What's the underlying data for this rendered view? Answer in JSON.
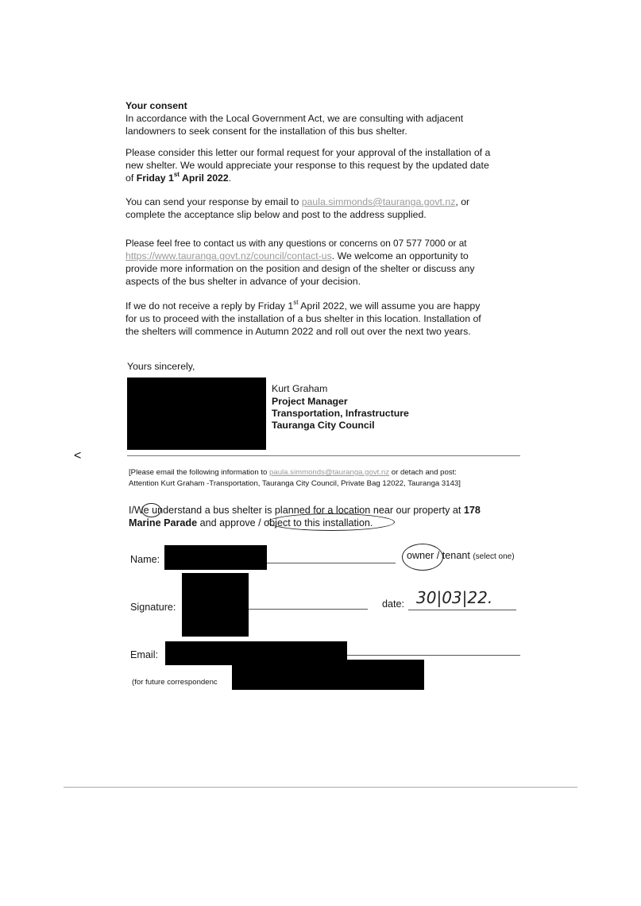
{
  "consent": {
    "heading": "Your consent",
    "p1_l1": "In accordance with the Local Government Act, we are consulting with adjacent",
    "p1_l2": "landowners to seek consent for the installation of this bus shelter.",
    "p2_l1": "Please consider this letter our formal request for your approval of the installation of a",
    "p2_l2": "new shelter. We would appreciate your response to this request by the updated date",
    "p2_l3_pre": "of ",
    "p2_date_a": "Friday 1",
    "p2_date_sup": "st",
    "p2_date_b": " April 2022",
    "p2_l3_post": ".",
    "p3_l1_pre": "You can send your response by email to ",
    "email": "paula.simmonds@tauranga.govt.nz",
    "p3_l1_post": ", or",
    "p3_l2": "complete the acceptance slip below and post to the address supplied.",
    "p4_l1": "Please feel free to contact us with any questions or concerns on 07 577 7000 or at",
    "url": "https://www.tauranga.govt.nz/council/contact-us",
    "p4_l2_post": ". We welcome an opportunity to",
    "p4_l3": "provide more information on the position and design of the shelter or discuss any",
    "p4_l4": "aspects of the bus shelter in advance of your decision.",
    "p5_l1_pre": "If we do not receive a reply by Friday 1",
    "p5_sup": "st",
    "p5_l1_post": " April 2022, we will assume you are happy",
    "p5_l2": "for us to proceed with the installation of a bus shelter in this location. Installation of",
    "p5_l3": "the shelters will commence in Autumn 2022 and roll out over the next two years."
  },
  "signoff": {
    "closing": "Yours sincerely,",
    "name": "Kurt Graham",
    "role": "Project Manager",
    "dept": "Transportation, Infrastructure",
    "org": "Tauranga City Council"
  },
  "slip": {
    "margin_mark": "<",
    "instr_l1_pre": "[Please email the following information to ",
    "instr_email": "paula.simmonds@tauranga.govt.nz",
    "instr_l1_post": " or detach and post:",
    "instr_l2": "Attention Kurt Graham -Transportation, Tauranga City Council, Private Bag 12022, Tauranga 3143]",
    "stmt_l1_pre": "I/We",
    "stmt_l1_mid": " understand a bus shelter is planned for a location near our property at ",
    "stmt_addr_a": "178",
    "stmt_addr_b": "Marine Parade",
    "stmt_l2_mid": " and approve / ",
    "stmt_l2_obj": "object to this installation.",
    "name_label": "Name:",
    "owner": "owner",
    "tenant_sep": " / tenant",
    "select_one": "(select one)",
    "signature_label": "Signature:",
    "date_label": "date:",
    "date_value": "30|03|22.",
    "email_label": "Email:",
    "future": "(for future correspondenc"
  }
}
